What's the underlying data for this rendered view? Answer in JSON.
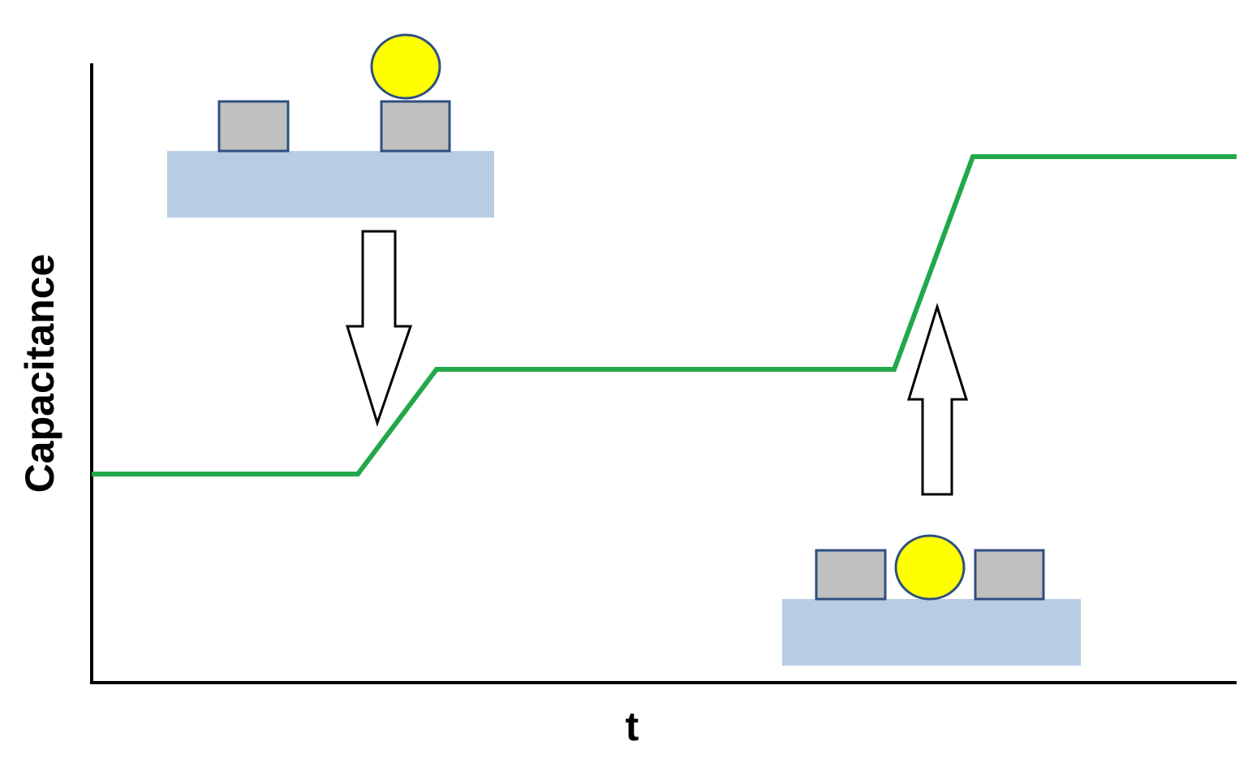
{
  "labels": {
    "y_axis": "Capacitance",
    "x_axis": "t"
  },
  "colors": {
    "axis": "#000000",
    "curve": "#22a84a",
    "substrate": "#b8cce4",
    "electrode_fill": "#c0c0c0",
    "electrode_stroke": "#2f4f7f",
    "particle_fill": "#ffff00",
    "particle_stroke": "#2f4f7f",
    "arrow_fill": "#ffffff",
    "arrow_stroke": "#000000"
  },
  "stages": [
    {
      "name": "particle-on-electrode",
      "description_shown": false
    },
    {
      "name": "particle-between-electrodes",
      "description_shown": false
    }
  ]
}
